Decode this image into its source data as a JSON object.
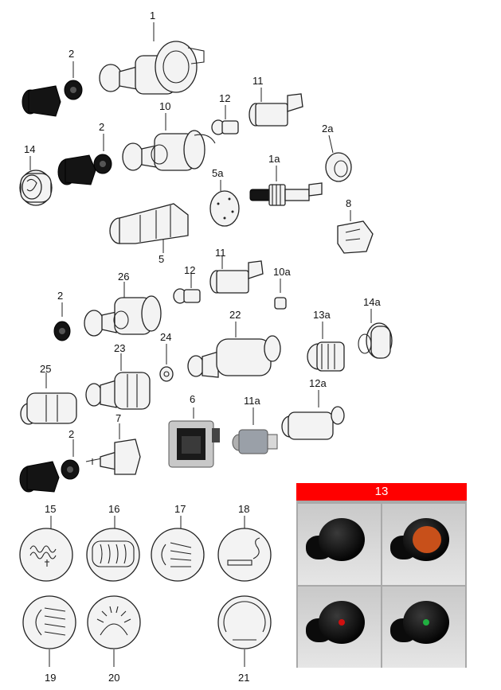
{
  "callouts": {
    "c1": "1",
    "c2a": "2",
    "c11a": "11",
    "c12a": "12",
    "c10": "10",
    "c2b": "2",
    "c2a_label": "2a",
    "c14": "14",
    "c5a": "5a",
    "c1a": "1a",
    "c8": "8",
    "c5": "5",
    "c26": "26",
    "c12b": "12",
    "c11b": "11",
    "c10a": "10a",
    "c2c": "2",
    "c13a": "13a",
    "c14a": "14a",
    "c22": "22",
    "c24": "24",
    "c23": "23",
    "c25": "25",
    "c6": "6",
    "c11a_label": "11a",
    "c12a_label": "12a",
    "c7": "7",
    "c2d": "2",
    "c15": "15",
    "c16": "16",
    "c17": "17",
    "c18": "18",
    "c19": "19",
    "c20": "20",
    "c21": "21"
  },
  "photo_panel": {
    "title": "13"
  },
  "colors": {
    "panel_header": "#ff0000",
    "lens_amber": "#c8501a",
    "indicator_red": "#d01010",
    "indicator_green": "#20b040"
  }
}
